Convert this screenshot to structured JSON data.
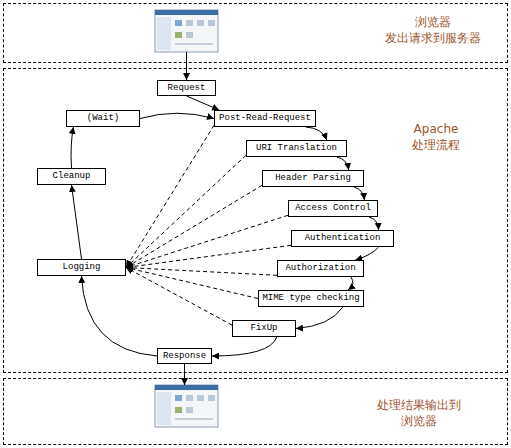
{
  "diagram": {
    "nodes": [
      {
        "text": [
          "浏览器 发出请求到服务器"
        ]
      },
      {
        "text": [
          "Apache 处理流程"
        ]
      },
      {
        "text": [
          "处理结果输出到 浏览器"
        ]
      },
      {
        "text": [
          "Request"
        ],
        "in": 1
      },
      {
        "text": [
          "(Wait)"
        ],
        "in": 1
      },
      {
        "text": [
          "Post-Read-Request"
        ],
        "in": 1
      },
      {
        "text": [
          "URI Translation"
        ],
        "in": 1
      },
      {
        "text": [
          "Header Parsing"
        ],
        "in": 1
      },
      {
        "text": [
          "Access Control"
        ],
        "in": 1
      },
      {
        "text": [
          "Authentication"
        ],
        "in": 1
      },
      {
        "text": [
          "Authorization"
        ],
        "in": 1
      },
      {
        "text": [
          "MIME type checking"
        ],
        "in": 1
      },
      {
        "text": [
          "Cleanup"
        ],
        "in": 1
      },
      {
        "text": [
          "Logging"
        ],
        "in": 1
      },
      {
        "text": [
          "FixUp"
        ],
        "in": 1
      },
      {
        "text": [
          "Response"
        ],
        "in": 1
      }
    ],
    "edges": [
      {
        "from": 3,
        "to": 5,
        "arrow": "to"
      },
      {
        "from": 4,
        "to": 5,
        "arrow": "to"
      },
      {
        "from": 5,
        "to": 6,
        "arrow": "to"
      },
      {
        "from": 6,
        "to": 7,
        "arrow": "to"
      },
      {
        "from": 7,
        "to": 8,
        "arrow": "to"
      },
      {
        "from": 8,
        "to": 9,
        "arrow": "to"
      },
      {
        "from": 9,
        "to": 10,
        "arrow": "to"
      },
      {
        "from": 10,
        "to": 11,
        "arrow": "to"
      },
      {
        "from": 11,
        "to": 14,
        "arrow": "to"
      },
      {
        "from": 14,
        "to": 15,
        "arrow": "to"
      },
      {
        "from": 15,
        "to": 13,
        "arrow": "to"
      },
      {
        "from": 13,
        "to": 12,
        "arrow": "to"
      },
      {
        "from": 12,
        "to": 4,
        "arrow": "to"
      },
      {
        "from": 5,
        "to": 13,
        "arrow": "to"
      },
      {
        "from": 6,
        "to": 13,
        "arrow": "to"
      },
      {
        "from": 7,
        "to": 13,
        "arrow": "to"
      },
      {
        "from": 8,
        "to": 13,
        "arrow": "to"
      },
      {
        "from": 9,
        "to": 13,
        "arrow": "to"
      },
      {
        "from": 10,
        "to": 13,
        "arrow": "to"
      },
      {
        "from": 11,
        "to": 13,
        "arrow": "to"
      },
      {
        "from": 14,
        "to": 13,
        "arrow": "to"
      }
    ]
  }
}
